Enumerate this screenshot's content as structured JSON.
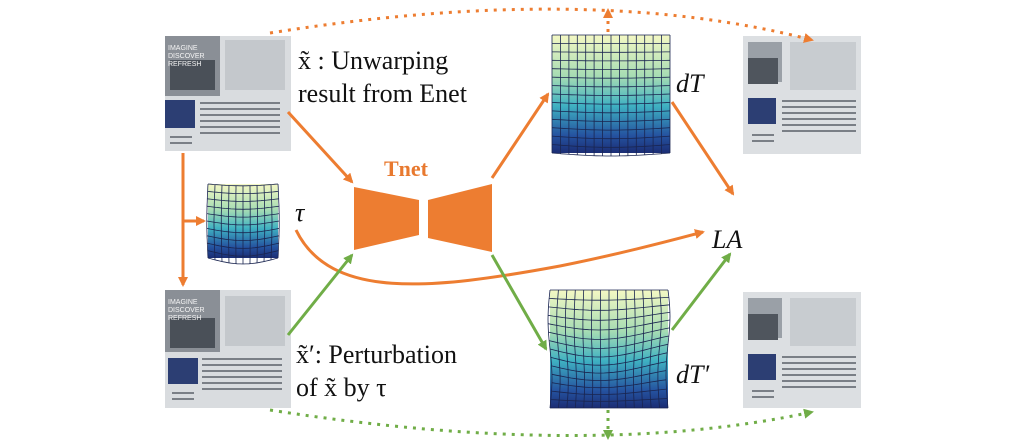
{
  "title_tnet": "Tnet",
  "labels": {
    "x_tilde_desc_line1": "x̃ : Unwarping",
    "x_tilde_desc_line2": "result from Enet",
    "tau": "τ",
    "x_prime_desc_line1": "x̃′: Perturbation",
    "x_prime_desc_line2": "of x̃ by τ",
    "d_T": "dT",
    "d_T_prime": "dT′",
    "loss": "LA"
  },
  "poster_text": {
    "line1": "IMAGINE",
    "line2": "DISCOVER",
    "line3": "REFRESH"
  },
  "colors": {
    "orange": "#ed7d31",
    "green": "#70ad47",
    "grid_top": "#f2f7c0",
    "grid_mid": "#42b6c4",
    "grid_bottom": "#1d3d8f",
    "grid_dark": "#1a2a6a"
  }
}
